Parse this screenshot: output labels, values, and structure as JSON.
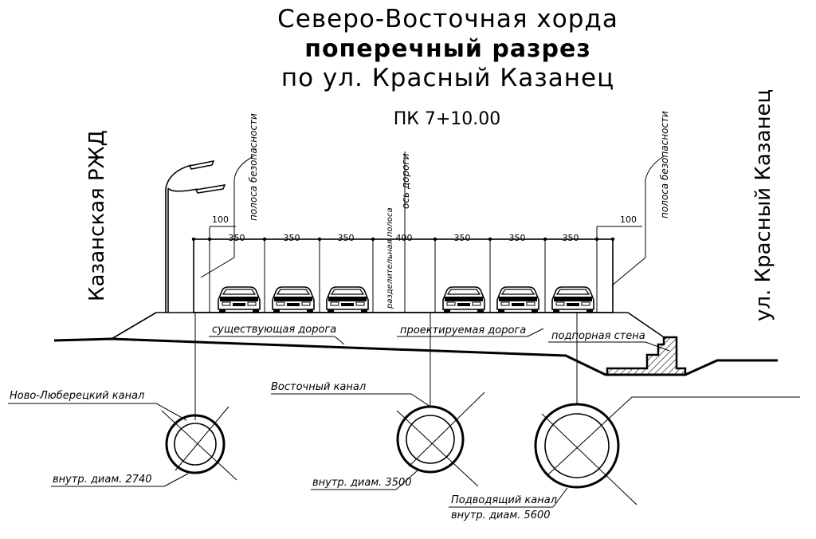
{
  "title": {
    "line1": "Северо-Восточная хорда",
    "line2": "поперечный разрез",
    "line3": "по ул. Красный Казанец",
    "station": "ПК 7+10.00"
  },
  "side_labels": {
    "left": "Казанская РЖД",
    "right": "ул. Красный Казанец"
  },
  "vertical_labels": {
    "left_safety": "полоса безопасности",
    "right_safety": "полоса безопасности",
    "axis": "ось дороги",
    "median": "разделительная полоса"
  },
  "dimensions": {
    "left_shoulder": "100",
    "right_shoulder": "100",
    "lane_labels": [
      "350",
      "350",
      "350",
      "400",
      "350",
      "350",
      "350"
    ]
  },
  "road_labels": {
    "existing": "существующая дорога",
    "designed": "проектируемая дорога",
    "retaining_wall": "подпорная стена"
  },
  "canals": [
    {
      "name": "Ново-Люберецкий канал",
      "diameter": "внутр. диам. 2740"
    },
    {
      "name": "Восточный канал",
      "diameter": "внутр. диам. 3500"
    },
    {
      "name": "Подводящий канал",
      "diameter": "внутр. диам. 5600"
    }
  ]
}
